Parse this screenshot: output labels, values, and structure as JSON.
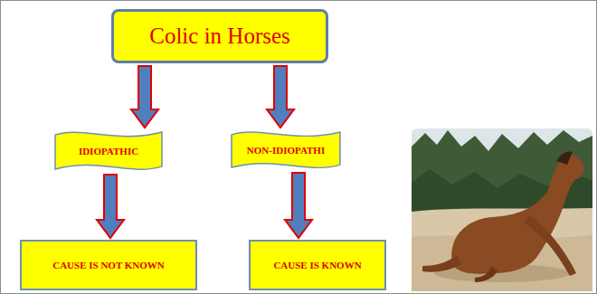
{
  "diagram": {
    "nodes": [
      {
        "text": [
          "Colic in Horses"
        ]
      },
      {
        "text": [
          "IDIOPATHIC"
        ]
      },
      {
        "text": [
          "NON-IDIOPATHI"
        ]
      },
      {
        "text": [
          "CAUSE IS NOT KNOWN"
        ]
      },
      {
        "text": [
          "CAUSE IS KNOWN"
        ]
      }
    ],
    "edges": [
      {
        "from": 0,
        "to": 1,
        "arrow": "to"
      },
      {
        "from": 0,
        "to": 2,
        "arrow": "to"
      },
      {
        "from": 1,
        "to": 3,
        "arrow": "to"
      },
      {
        "from": 2,
        "to": 4,
        "arrow": "to"
      }
    ]
  }
}
